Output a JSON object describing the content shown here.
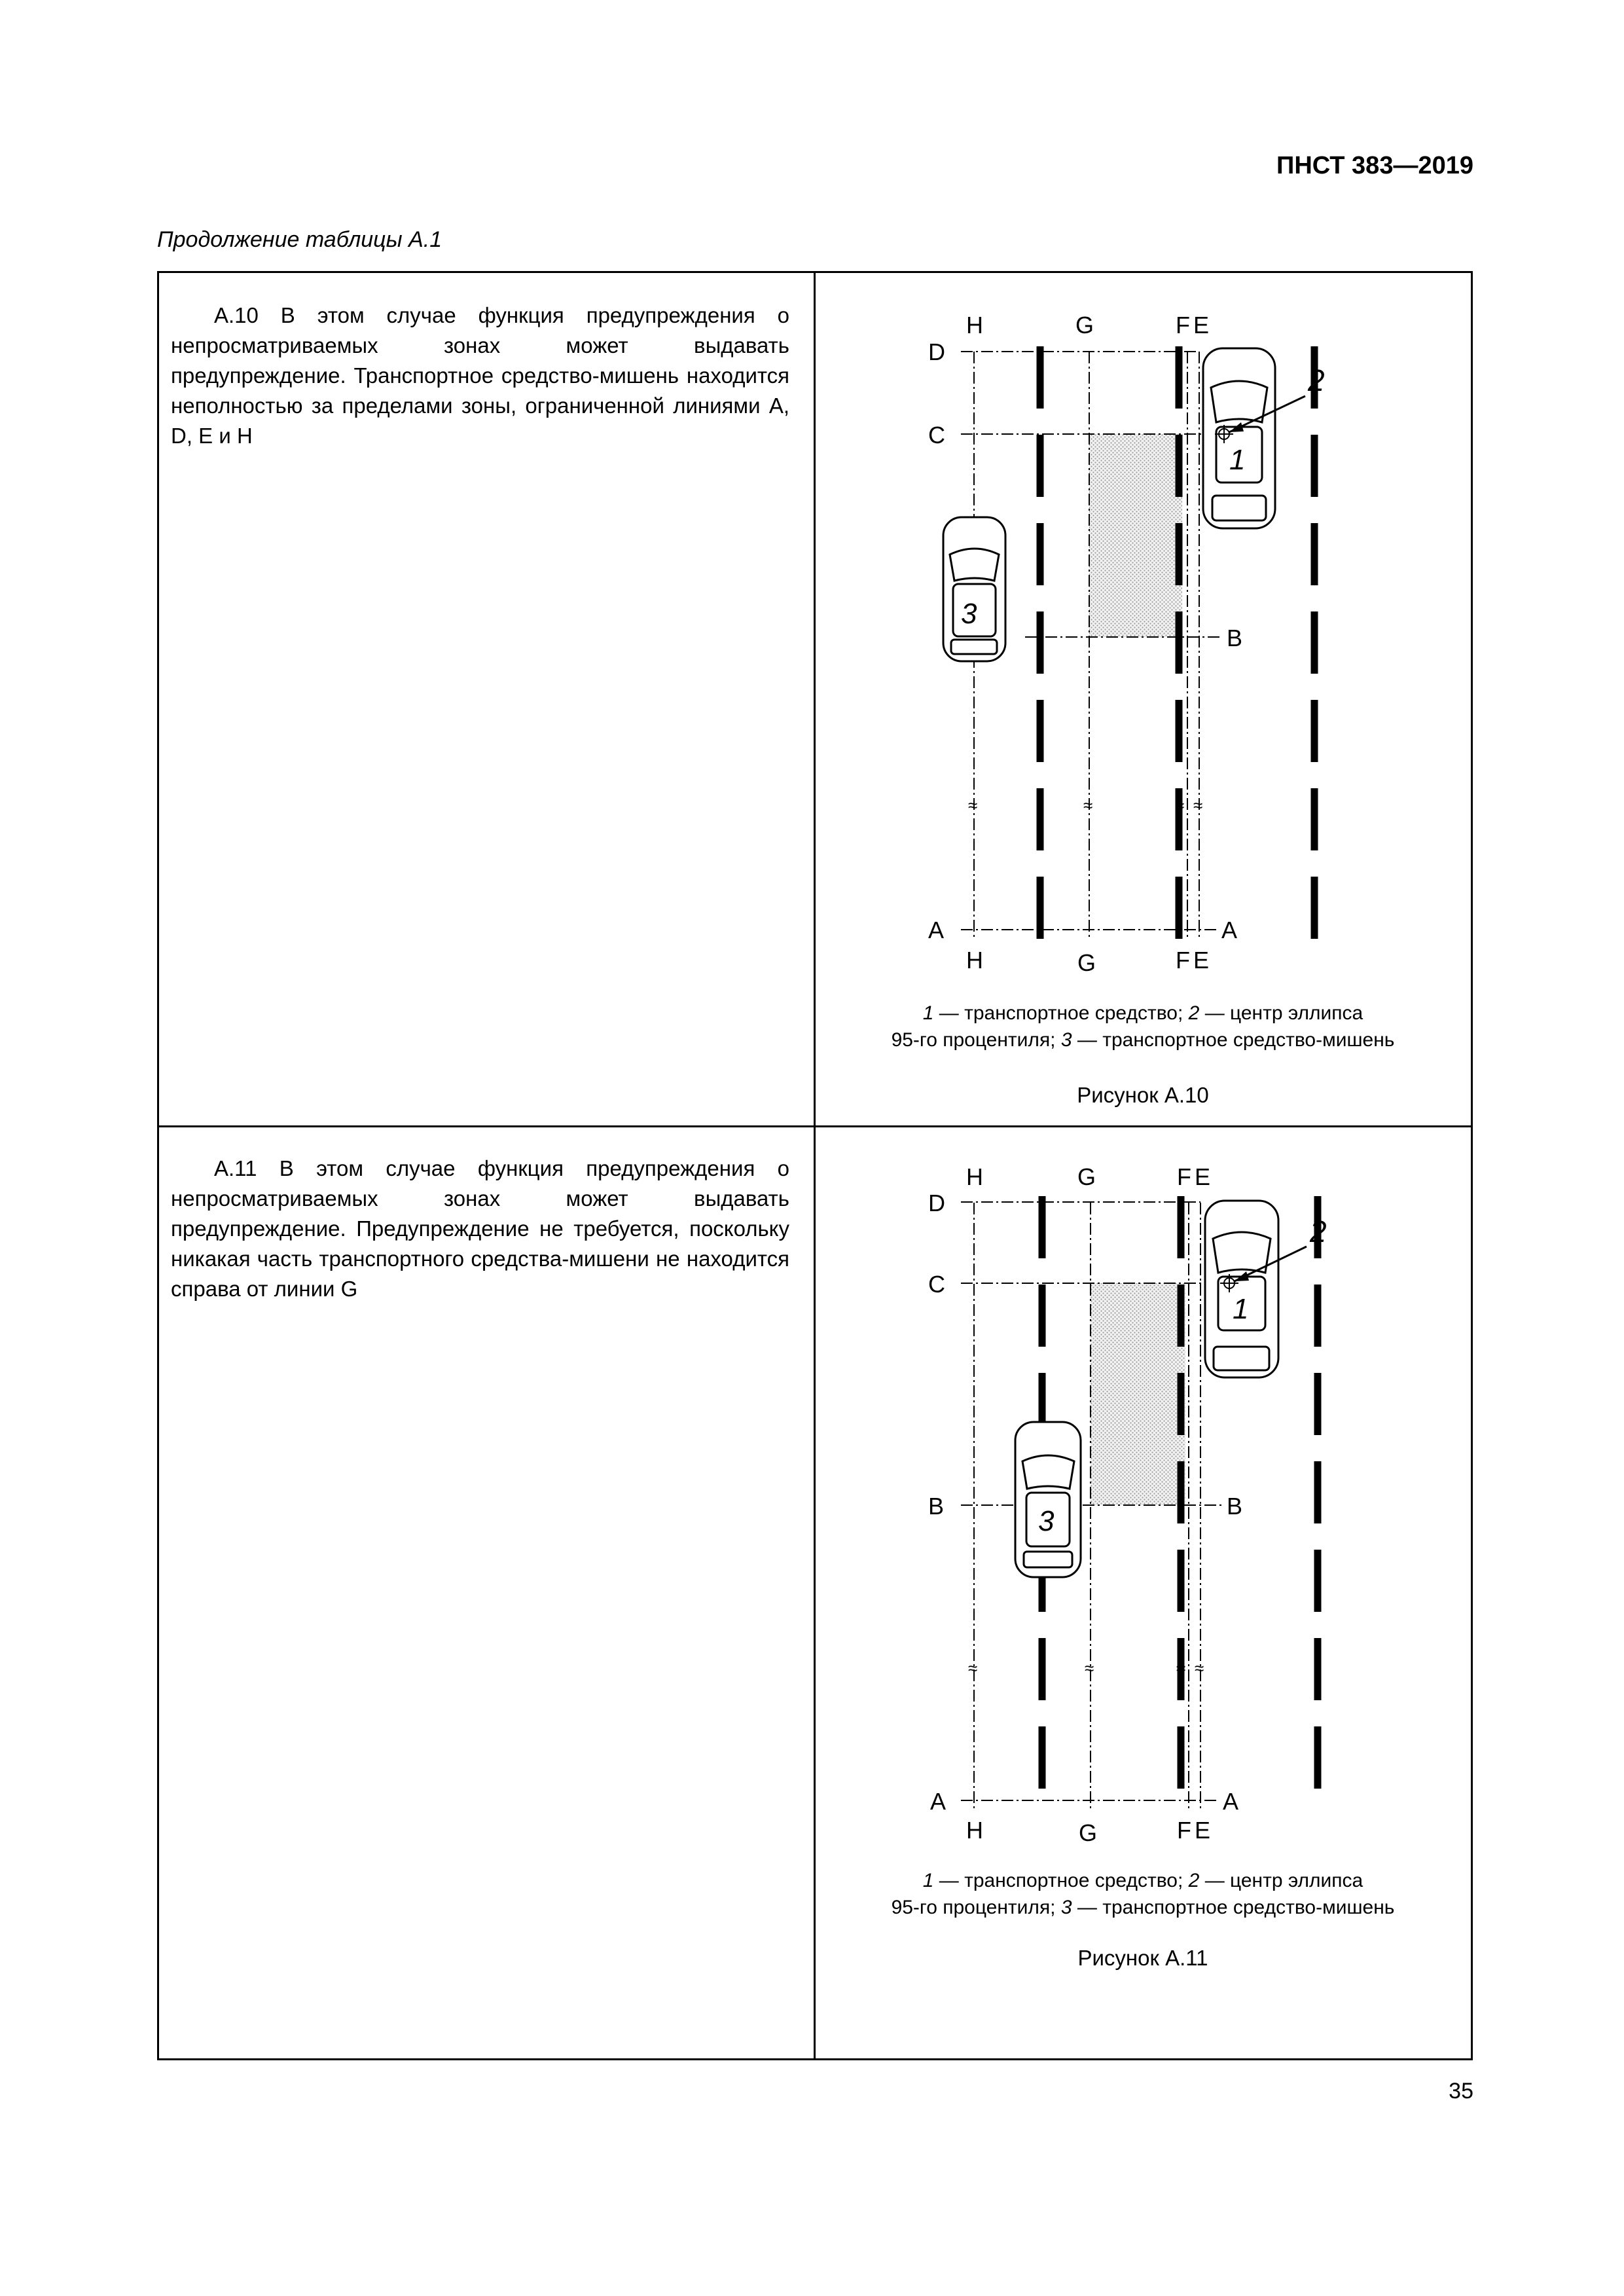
{
  "header": {
    "doc_code": "ПНСТ 383—2019"
  },
  "table_caption": "Продолжение таблицы А.1",
  "rows": [
    {
      "text": "А.10 В этом случае функция предупреждения о непросматриваемых зонах может выдавать предупреждение. Транспортное средство-мишень находится неполностью за пределами зоны, ограниченной линиями А, D, Е и H",
      "figure": {
        "line_labels": {
          "H": "H",
          "G": "G",
          "F": "F",
          "E": "E",
          "D": "D",
          "C": "C",
          "B": "B",
          "A": "A"
        },
        "marker_1": "1",
        "marker_2": "2",
        "marker_3": "3",
        "legend_line1_num1": "1",
        "legend_line1_text1": " — транспортное средство; ",
        "legend_line1_num2": "2",
        "legend_line1_text2": " — центр эллипса",
        "legend_line2_text1": "95-го процентиля; ",
        "legend_line2_num3": "3",
        "legend_line2_text2": " — транспортное средство-мишень",
        "title": "Рисунок А.10"
      }
    },
    {
      "text": "А.11 В этом случае функция предупреждения о непросматриваемых зонах может выдавать предупреждение. Предупреждение не требуется, поскольку никакая часть транспортного средства-мишени не находится справа от линии G",
      "figure": {
        "line_labels": {
          "H": "H",
          "G": "G",
          "F": "F",
          "E": "E",
          "D": "D",
          "C": "C",
          "B": "B",
          "A": "A"
        },
        "marker_1": "1",
        "marker_2": "2",
        "marker_3": "3",
        "legend_line1_num1": "1",
        "legend_line1_text1": " — транспортное средство; ",
        "legend_line1_num2": "2",
        "legend_line1_text2": " — центр эллипса",
        "legend_line2_text1": "95-го процентиля; ",
        "legend_line2_num3": "3",
        "legend_line2_text2": " — транспортное средство-мишень",
        "title": "Рисунок А.11"
      }
    }
  ],
  "page_number": "35"
}
